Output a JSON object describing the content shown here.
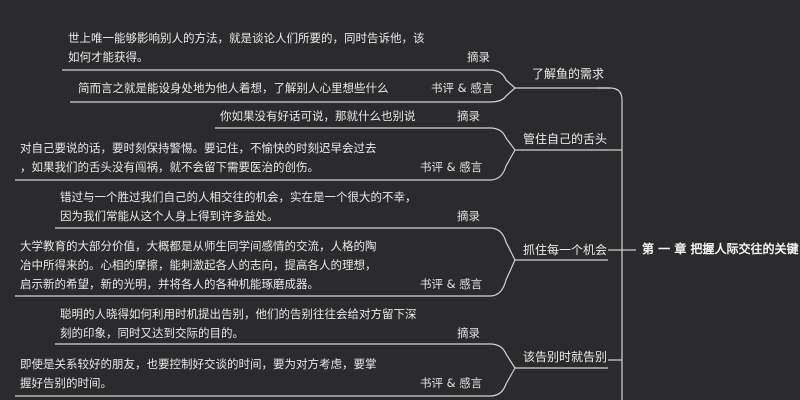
{
  "root": "第 一 章 把握人际交往的关键",
  "branches": [
    {
      "topic": "了解鱼的需求",
      "notes": [
        {
          "lines": [
            "世上唯一能够影响别人的方法，就是谈论人们所要的，同时告诉他，该",
            "如何才能获得。"
          ],
          "tag": "摘录"
        },
        {
          "lines": [
            "简而言之就是能设身处地为他人着想，了解别人心里想些什么"
          ],
          "tag": "书评 & 感言"
        }
      ]
    },
    {
      "topic": "管住自己的舌头",
      "notes": [
        {
          "lines": [
            "你如果没有好话可说，那就什么也别说"
          ],
          "tag": "摘录"
        },
        {
          "lines": [
            "对自己要说的话，要时刻保持警惕。要记住，不愉快的时刻迟早会过去",
            "，如果我们的舌头没有闯祸，就不会留下需要医治的创伤。"
          ],
          "tag": "书评 & 感言"
        }
      ]
    },
    {
      "topic": "抓住每一个机会",
      "notes": [
        {
          "lines": [
            "错过与一个胜过我们自己的人相交往的机会，实在是一个很大的不幸，",
            "因为我们常能从这个人身上得到许多益处。"
          ],
          "tag": "摘录"
        },
        {
          "lines": [
            "大学教育的大部分价值，大概都是从师生同学间感情的交流，人格的陶",
            "冶中所得来的。心相的摩擦，能刺激起各人的志向，提高各人的理想，",
            "启示新的希望，新的光明，并将各人的各种机能琢磨成器。"
          ],
          "tag": "书评 & 感言"
        }
      ]
    },
    {
      "topic": "该告别时就告别",
      "notes": [
        {
          "lines": [
            "聪明的人晓得如何利用时机提出告别，他们的告别往往会给对方留下深",
            "刻的印象，同时又达到交际的目的。"
          ],
          "tag": "摘录"
        },
        {
          "lines": [
            "即使是关系较好的朋友，也要控制好交谈的时间，要为对方考虑，要掌",
            "握好告别的时间。"
          ],
          "tag": "书评 & 感言"
        }
      ]
    }
  ]
}
